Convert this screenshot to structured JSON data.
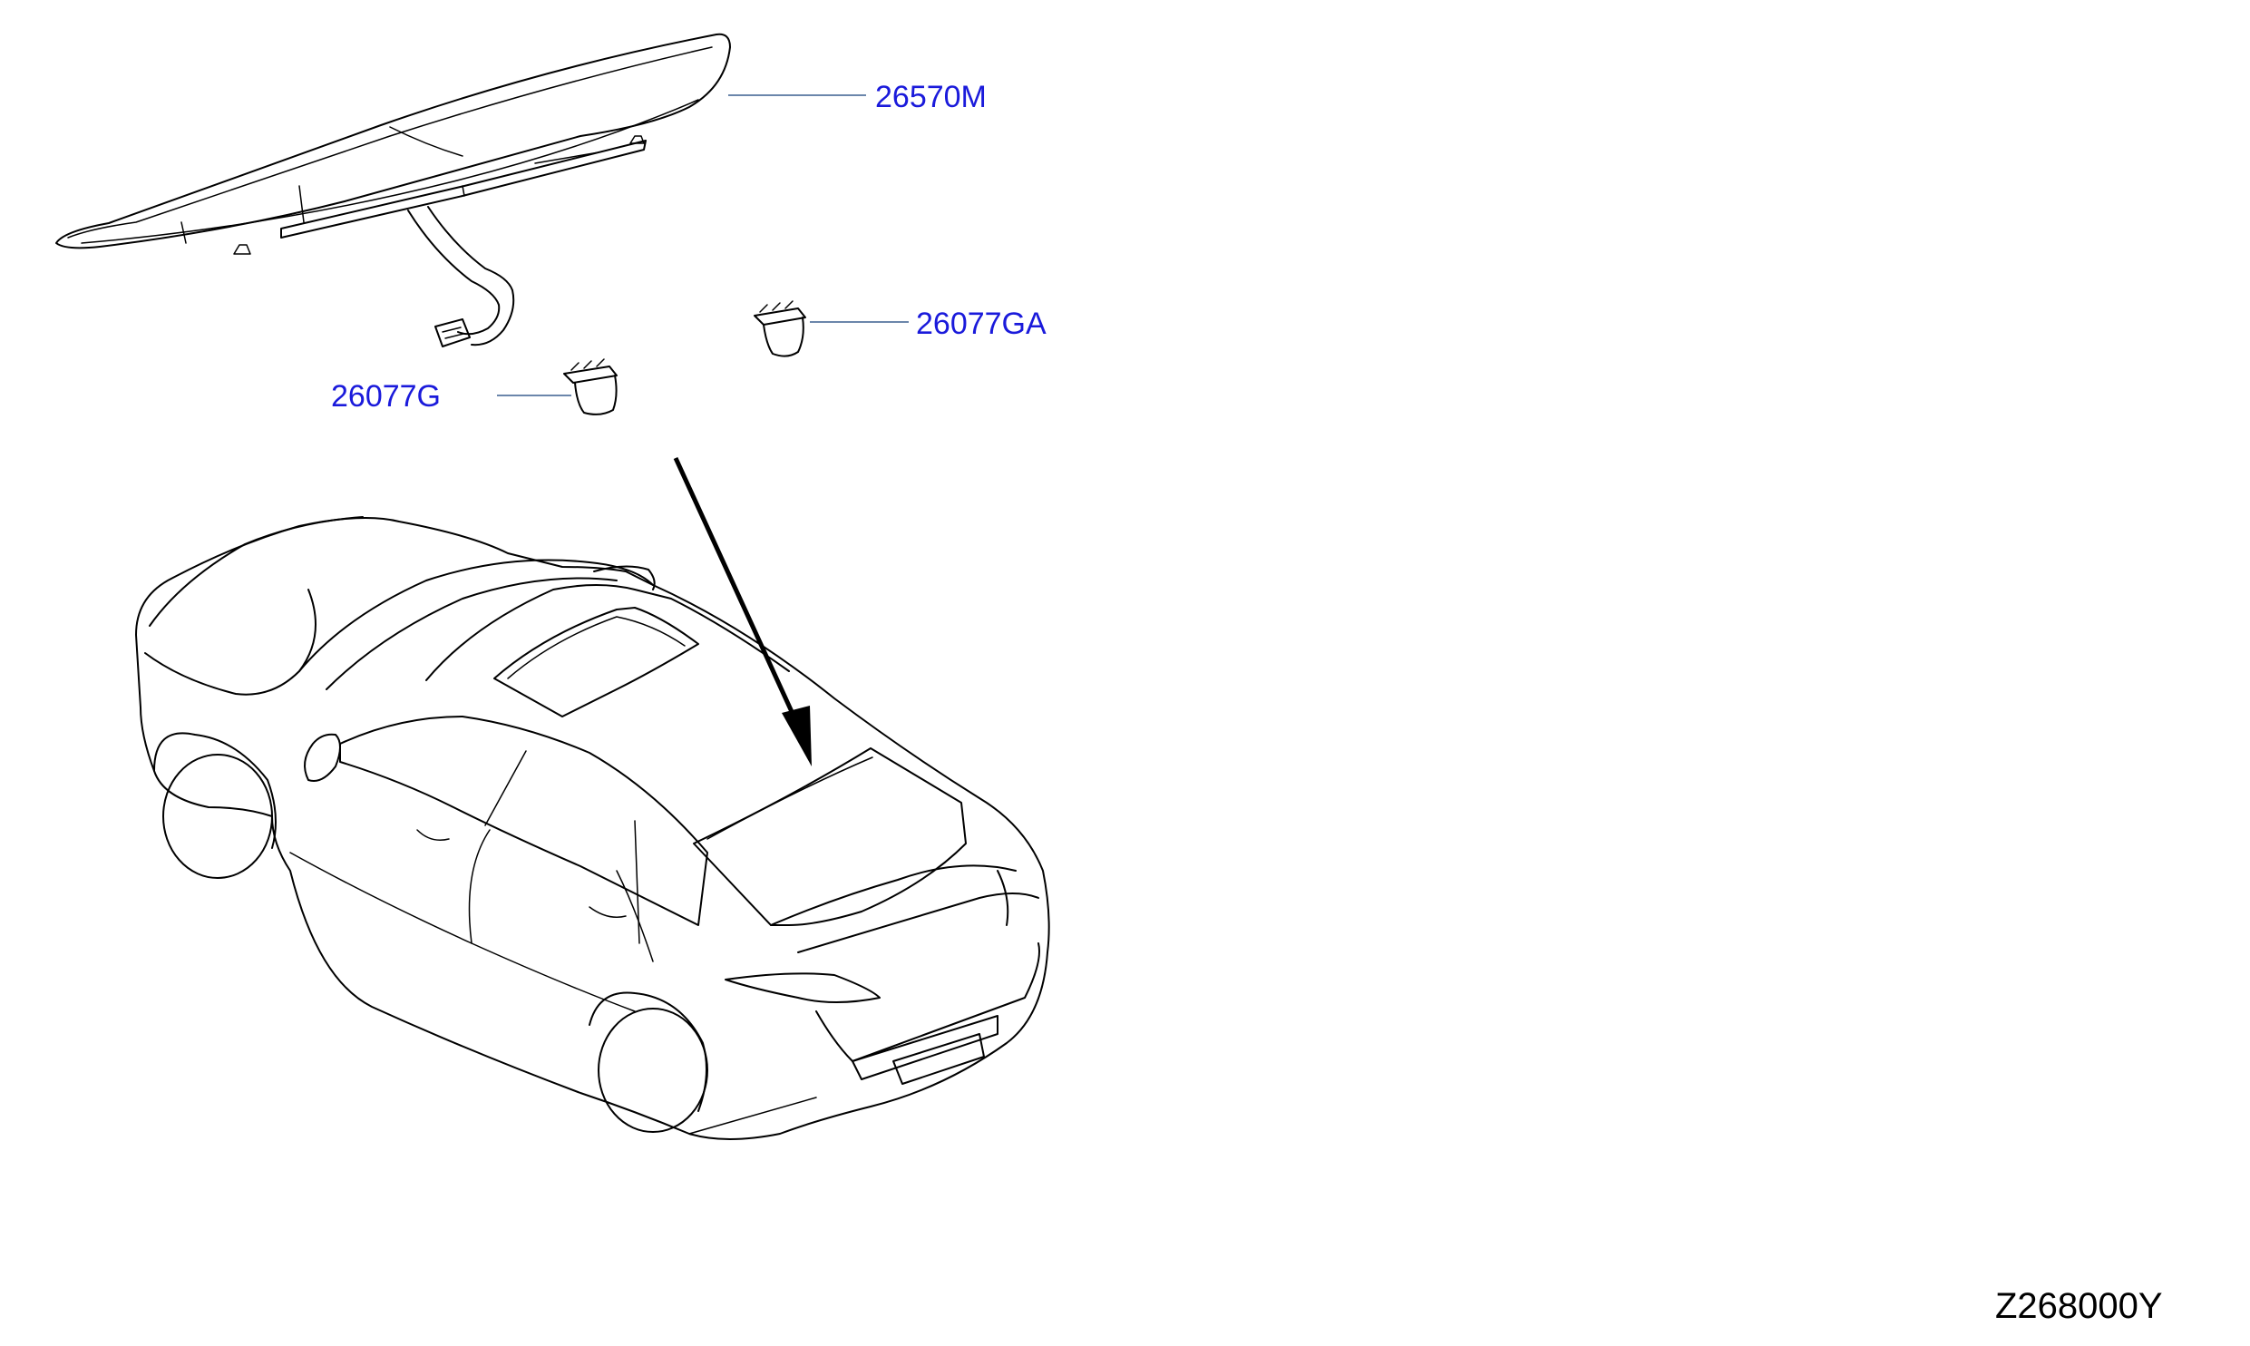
{
  "callouts": [
    {
      "id": "stop-lamp",
      "part_number": "26570M"
    },
    {
      "id": "cap-a",
      "part_number": "26077GA"
    },
    {
      "id": "cap",
      "part_number": "26077G"
    }
  ],
  "diagram_id": "Z268000Y",
  "colors": {
    "label": "#1a1adb",
    "leader": "#3a5f8f",
    "line": "#000000",
    "background": "#ffffff"
  },
  "icons": [
    "high-mount-stop-lamp-icon",
    "lamp-cap-icon",
    "sedan-car-icon",
    "direction-arrow-icon"
  ]
}
